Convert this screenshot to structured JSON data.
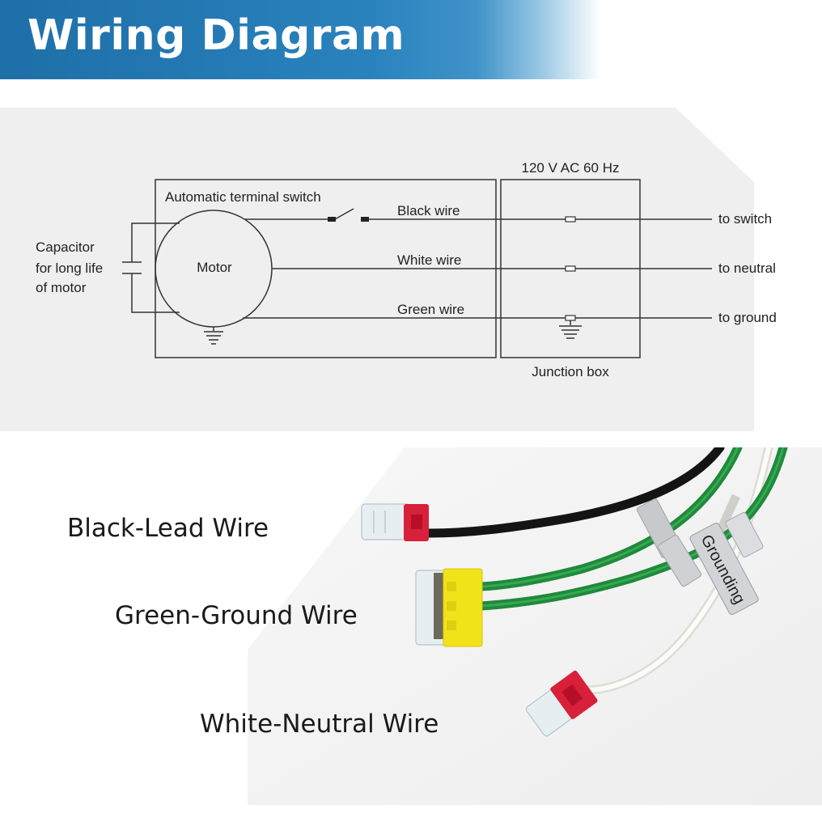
{
  "header": {
    "title": "Wiring Diagram"
  },
  "diagram": {
    "supply_label": "120 V AC 60 Hz",
    "switch_label": "Automatic terminal switch",
    "capacitor_label": [
      "Capacitor",
      "for long life",
      "of motor"
    ],
    "motor_label": "Motor",
    "wires": [
      {
        "label": "Black wire",
        "destination": "to switch"
      },
      {
        "label": "White wire",
        "destination": "to neutral"
      },
      {
        "label": "Green wire",
        "destination": "to ground"
      }
    ],
    "junction_box_label": "Junction box"
  },
  "photo": {
    "callouts": [
      {
        "label": "Black-Lead Wire"
      },
      {
        "label": "Green-Ground Wire"
      },
      {
        "label": "White-Neutral Wire"
      }
    ],
    "tag_text": "Grounding"
  },
  "colors": {
    "banner": "#1e6fa8",
    "black_wire": "#1a1a1a",
    "green_wire": "#1f8a3a",
    "white_wire": "#ecebe6",
    "connector_red": "#d8203a",
    "connector_yellow": "#f2e21a"
  }
}
